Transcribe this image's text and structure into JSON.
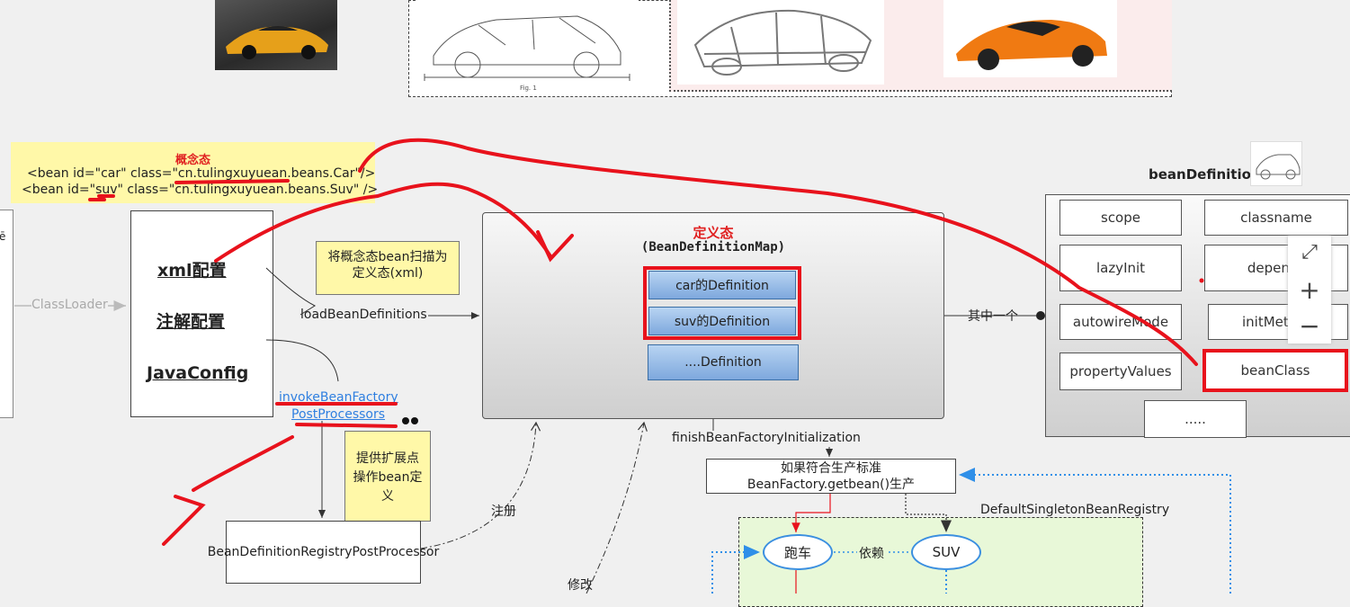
{
  "top_images": {
    "car_photo_1": "sports-car-photo",
    "car_sketch": "car-blueprint-sketch",
    "sketch_caption": "Fig. 1",
    "car_frame": "car-frame-chassis",
    "car_photo_2": "orange-sports-car-photo"
  },
  "concept": {
    "title": "概念态",
    "line1": "<bean id=\"car\" class=\"cn.tulingxuyuean.beans.Car\"/>",
    "line2": "<bean id=\"suv\" class=\"cn.tulingxuyuean.beans.Suv\" />"
  },
  "left_edge": {
    "fragment": "ē",
    "classloader": "ClassLoader"
  },
  "config": {
    "xml": "xml配置",
    "annotation": "注解配置",
    "javaconfig": "JavaConfig"
  },
  "note_scan": "将概念态bean扫描为定义态(xml)",
  "edges": {
    "load": "loadBeanDefinitions",
    "invoke_line1": "invokeBeanFactory",
    "invoke_line2": "PostProcessors",
    "one_of": "其中一个",
    "finish": "finishBeanFactoryInitialization",
    "register": "注册",
    "modify": "修改",
    "depend": "依赖"
  },
  "definition_state": {
    "title": "定义态",
    "subtitle": "(BeanDefinitionMap)",
    "items": [
      "car的Definition",
      "suv的Definition",
      "....Definition"
    ]
  },
  "note_ext": "提供扩展点操作bean定义",
  "bdrpp": "BeanDefinitionRegistryPostProcessor",
  "bean_definition": {
    "title": "beanDefinition",
    "props": [
      "scope",
      "classname",
      "lazyInit",
      "depends",
      "autowireMode",
      "initMethod",
      "propertyValues",
      "beanClass",
      "....."
    ]
  },
  "produce": {
    "line1": "如果符合生产标准",
    "line2": "BeanFactory.getbean()生产"
  },
  "registry": {
    "title": "DefaultSingletonBeanRegistry",
    "sports_car": "跑车",
    "suv": "SUV"
  },
  "zoom_controls": {
    "fit": "⤢",
    "plus": "+",
    "minus": "−"
  },
  "colors": {
    "red_annotation": "#e8121c",
    "title_red": "#e02020",
    "link_blue": "#2f7fe0",
    "sticky_yellow": "#fff8a8",
    "registry_green": "#e8f8d8"
  }
}
